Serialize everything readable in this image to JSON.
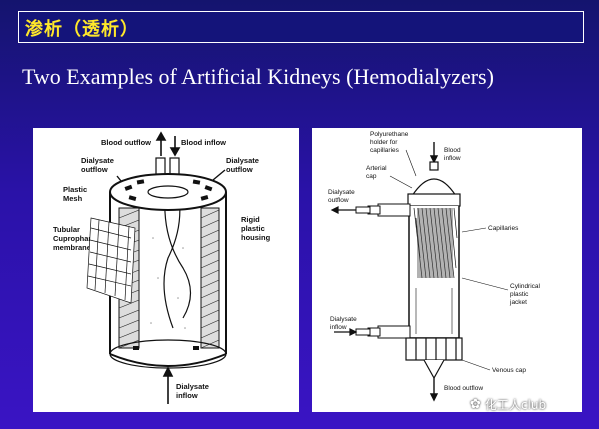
{
  "slide": {
    "header_title": "渗析（透析）",
    "subtitle": "Two Examples of Artificial Kidneys (Hemodialyzers)"
  },
  "left_diagram": {
    "labels": {
      "blood_outflow": "Blood outflow",
      "blood_inflow": "Blood inflow",
      "dialysate_outflow_left_1": "Dialysate",
      "dialysate_outflow_left_2": "outflow",
      "dialysate_outflow_right_1": "Dialysate",
      "dialysate_outflow_right_2": "outflow",
      "plastic_mesh_1": "Plastic",
      "plastic_mesh_2": "Mesh",
      "rigid_1": "Rigid",
      "rigid_2": "plastic",
      "rigid_3": "housing",
      "tubular_1": "Tubular",
      "tubular_2": "Cuprophan®",
      "tubular_3": "membrane",
      "dialysate_inflow_1": "Dialysate",
      "dialysate_inflow_2": "inflow"
    }
  },
  "right_diagram": {
    "labels": {
      "polyurethane_1": "Polyurethane",
      "polyurethane_2": "holder for",
      "polyurethane_3": "capillaries",
      "blood_inflow_1": "Blood",
      "blood_inflow_2": "inflow",
      "arterial_1": "Arterial",
      "arterial_2": "cap",
      "dialysate_outflow_1": "Dialysate",
      "dialysate_outflow_2": "outflow",
      "capillaries": "Capillaries",
      "cylindrical_1": "Cylindrical",
      "cylindrical_2": "plastic",
      "cylindrical_3": "jacket",
      "dialysate_inflow_1": "Dialysate",
      "dialysate_inflow_2": "inflow",
      "venous_cap": "Venous cap",
      "blood_outflow": "Blood outflow"
    }
  },
  "watermark": {
    "icon": "wechat-icon",
    "text": "化工人club"
  }
}
